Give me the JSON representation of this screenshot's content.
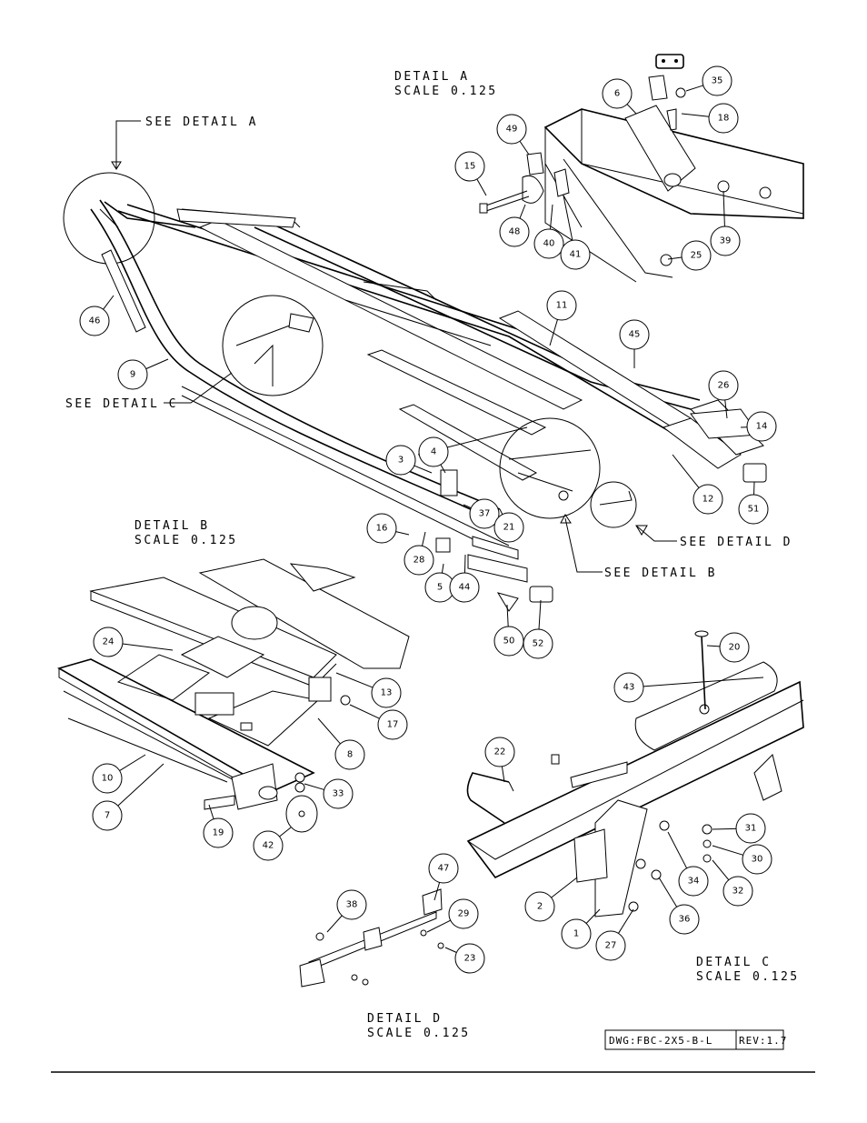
{
  "details": {
    "a_title": "DETAIL  A",
    "a_scale": "SCALE  0.125",
    "b_title": "DETAIL  B",
    "b_scale": "SCALE  0.125",
    "c_title": "DETAIL  C",
    "c_scale": "SCALE  0.125",
    "d_title": "DETAIL  D",
    "d_scale": "SCALE  0.125"
  },
  "callouts": {
    "see_a": "SEE DETAIL  A",
    "see_b": "SEE DETAIL  B",
    "see_c": "SEE DETAIL  C",
    "see_d": "SEE DETAIL  D"
  },
  "title_block": {
    "dwg": "DWG:FBC-2X5-B-L",
    "rev": "REV:1.7"
  },
  "balloons": [
    {
      "id": "b35",
      "n": "35"
    },
    {
      "id": "b6",
      "n": "6"
    },
    {
      "id": "b18",
      "n": "18"
    },
    {
      "id": "b49",
      "n": "49"
    },
    {
      "id": "b15",
      "n": "15"
    },
    {
      "id": "b48",
      "n": "48"
    },
    {
      "id": "b40",
      "n": "40"
    },
    {
      "id": "b41",
      "n": "41"
    },
    {
      "id": "b25",
      "n": "25"
    },
    {
      "id": "b39",
      "n": "39"
    },
    {
      "id": "b46",
      "n": "46"
    },
    {
      "id": "b9",
      "n": "9"
    },
    {
      "id": "b11",
      "n": "11"
    },
    {
      "id": "b45",
      "n": "45"
    },
    {
      "id": "b26",
      "n": "26"
    },
    {
      "id": "b14",
      "n": "14"
    },
    {
      "id": "b3",
      "n": "3"
    },
    {
      "id": "b4",
      "n": "4"
    },
    {
      "id": "b12",
      "n": "12"
    },
    {
      "id": "b51",
      "n": "51"
    },
    {
      "id": "b37",
      "n": "37"
    },
    {
      "id": "b21",
      "n": "21"
    },
    {
      "id": "b16",
      "n": "16"
    },
    {
      "id": "b28",
      "n": "28"
    },
    {
      "id": "b5",
      "n": "5"
    },
    {
      "id": "b44",
      "n": "44"
    },
    {
      "id": "b50",
      "n": "50"
    },
    {
      "id": "b52",
      "n": "52"
    },
    {
      "id": "b24",
      "n": "24"
    },
    {
      "id": "b13",
      "n": "13"
    },
    {
      "id": "b17",
      "n": "17"
    },
    {
      "id": "b8",
      "n": "8"
    },
    {
      "id": "b10",
      "n": "10"
    },
    {
      "id": "b7",
      "n": "7"
    },
    {
      "id": "b33",
      "n": "33"
    },
    {
      "id": "b19",
      "n": "19"
    },
    {
      "id": "b42",
      "n": "42"
    },
    {
      "id": "b20",
      "n": "20"
    },
    {
      "id": "b43",
      "n": "43"
    },
    {
      "id": "b22",
      "n": "22"
    },
    {
      "id": "b31",
      "n": "31"
    },
    {
      "id": "b30",
      "n": "30"
    },
    {
      "id": "b32",
      "n": "32"
    },
    {
      "id": "b34",
      "n": "34"
    },
    {
      "id": "b2",
      "n": "2"
    },
    {
      "id": "b36",
      "n": "36"
    },
    {
      "id": "b1",
      "n": "1"
    },
    {
      "id": "b27",
      "n": "27"
    },
    {
      "id": "b47",
      "n": "47"
    },
    {
      "id": "b38",
      "n": "38"
    },
    {
      "id": "b29",
      "n": "29"
    },
    {
      "id": "b23",
      "n": "23"
    }
  ],
  "colors": {
    "ink": "#000000",
    "paper": "#ffffff"
  }
}
